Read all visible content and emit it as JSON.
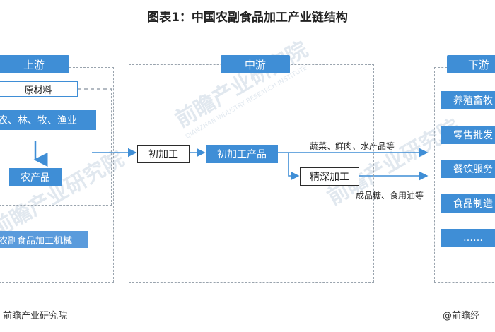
{
  "title": "图表1：中国农副食品加工产业链结构",
  "upstream": {
    "header": "上游",
    "raw_materials_label": "原材料",
    "industries": "农、林、牧、渔业",
    "agri_products": "农产品",
    "machinery": "农副食品加工机械"
  },
  "midstream": {
    "header": "中游",
    "primary_processing": "初加工",
    "primary_products": "初加工产品",
    "primary_products_examples": "蔬菜、鲜肉、水产品等",
    "deep_processing": "精深加工",
    "deep_products_examples": "成品糖、食用油等"
  },
  "downstream": {
    "header": "下游",
    "items": [
      "养殖畜牧",
      "零售批发",
      "餐饮服务",
      "食品制造",
      "……"
    ]
  },
  "watermark": {
    "text": "前瞻产业研究院",
    "sub": "QIANZHAN INDUSTRY RESEARCH INSTITUTE"
  },
  "footer": {
    "left": "前瞻产业研究院",
    "right": "@前瞻经"
  },
  "colors": {
    "accent": "#3f8ed6",
    "dash": "#9aa4ae"
  }
}
